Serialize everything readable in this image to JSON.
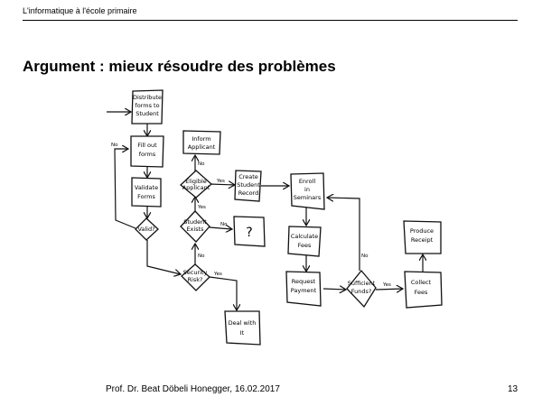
{
  "header": {
    "text": "L'informatique  à l'école  primaire"
  },
  "slide": {
    "title": "Argument : mieux résoudre des problèmes"
  },
  "footer": {
    "author": "Prof. Dr. Beat Döbeli Honegger, 16.02.2017",
    "page": "13"
  },
  "diagram": {
    "type": "hand-drawn flowchart",
    "nodes": {
      "distribute": {
        "l1": "Distribute",
        "l2": "forms to",
        "l3": "Student"
      },
      "fill": {
        "l1": "Fill out",
        "l2": "forms"
      },
      "validate": {
        "l1": "Validate",
        "l2": "Forms"
      },
      "valid": {
        "l1": "Valid?"
      },
      "security": {
        "l1": "Security",
        "l2": "Risk?"
      },
      "deal": {
        "l1": "Deal with",
        "l2": "It"
      },
      "exists": {
        "l1": "Student",
        "l2": "Exists"
      },
      "question": {
        "l1": "?"
      },
      "eligible": {
        "l1": "Eligible",
        "l2": "Applicant"
      },
      "inform": {
        "l1": "Inform",
        "l2": "Applicant"
      },
      "create": {
        "l1": "Create",
        "l2": "Student",
        "l3": "Record"
      },
      "enroll": {
        "l1": "Enroll",
        "l2": "in",
        "l3": "Seminars"
      },
      "calc": {
        "l1": "Calculate",
        "l2": "Fees"
      },
      "request": {
        "l1": "Request",
        "l2": "Payment"
      },
      "sufficient": {
        "l1": "Sufficient",
        "l2": "Funds?"
      },
      "collect": {
        "l1": "Collect",
        "l2": "Fees"
      },
      "receipt": {
        "l1": "Produce",
        "l2": "Receipt"
      }
    },
    "edge_labels": {
      "no_valid": "No",
      "no_eligible": "No",
      "yes_eligible": "Yes",
      "yes_exists": "Yes",
      "no_exists": "No",
      "no_security": "No",
      "yes_security": "Yes",
      "no_sufficient": "No",
      "yes_sufficient": "Yes"
    }
  }
}
